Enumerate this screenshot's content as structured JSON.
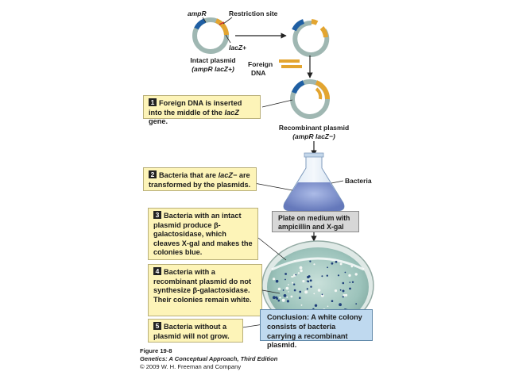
{
  "labels": {
    "amp_r": "ampR",
    "restriction_site": "Restriction site",
    "lacz_plus": "lacZ+",
    "intact_plasmid_title": "Intact plasmid",
    "intact_plasmid_genotype": "(ampR lacZ+)",
    "foreign_dna_line1": "Foreign",
    "foreign_dna_line2": "DNA",
    "recombinant_title": "Recombinant plasmid",
    "recombinant_genotype": "(ampR lacZ−)",
    "bacteria": "Bacteria"
  },
  "steps": [
    {
      "num": "1",
      "text": "Foreign DNA is inserted into the middle of the lacZ gene."
    },
    {
      "num": "2",
      "text": "Bacteria that are lacZ− are transformed by the plasmids."
    },
    {
      "num": "3",
      "text": "Bacteria with an intact plasmid produce β-galactosidase, which cleaves X-gal and makes the colonies blue."
    },
    {
      "num": "4",
      "text": "Bacteria with a recombinant plasmid do not synthesize β-galactosidase. Their colonies remain white."
    },
    {
      "num": "5",
      "text": "Bacteria without a plasmid will not grow."
    }
  ],
  "plate_label": "Plate on medium with ampicillin and X-gal",
  "conclusion": {
    "bold": "Conclusion:",
    "text": " A white colony consists of bacteria carrying a recombinant plasmid."
  },
  "caption": {
    "figure": "Figure 19-8",
    "book": "Genetics: A Conceptual Approach, Third Edition",
    "copyright": "© 2009 W. H. Freeman and Company"
  },
  "colors": {
    "amp_segment": "#1f5fa3",
    "lacz_segment": "#e3a530",
    "plasmid_backbone": "#9fb7b2",
    "step_box": "#fdf4b8",
    "conclusion_box": "#bfd9ef",
    "plate_agar": "#9cc3bb"
  }
}
